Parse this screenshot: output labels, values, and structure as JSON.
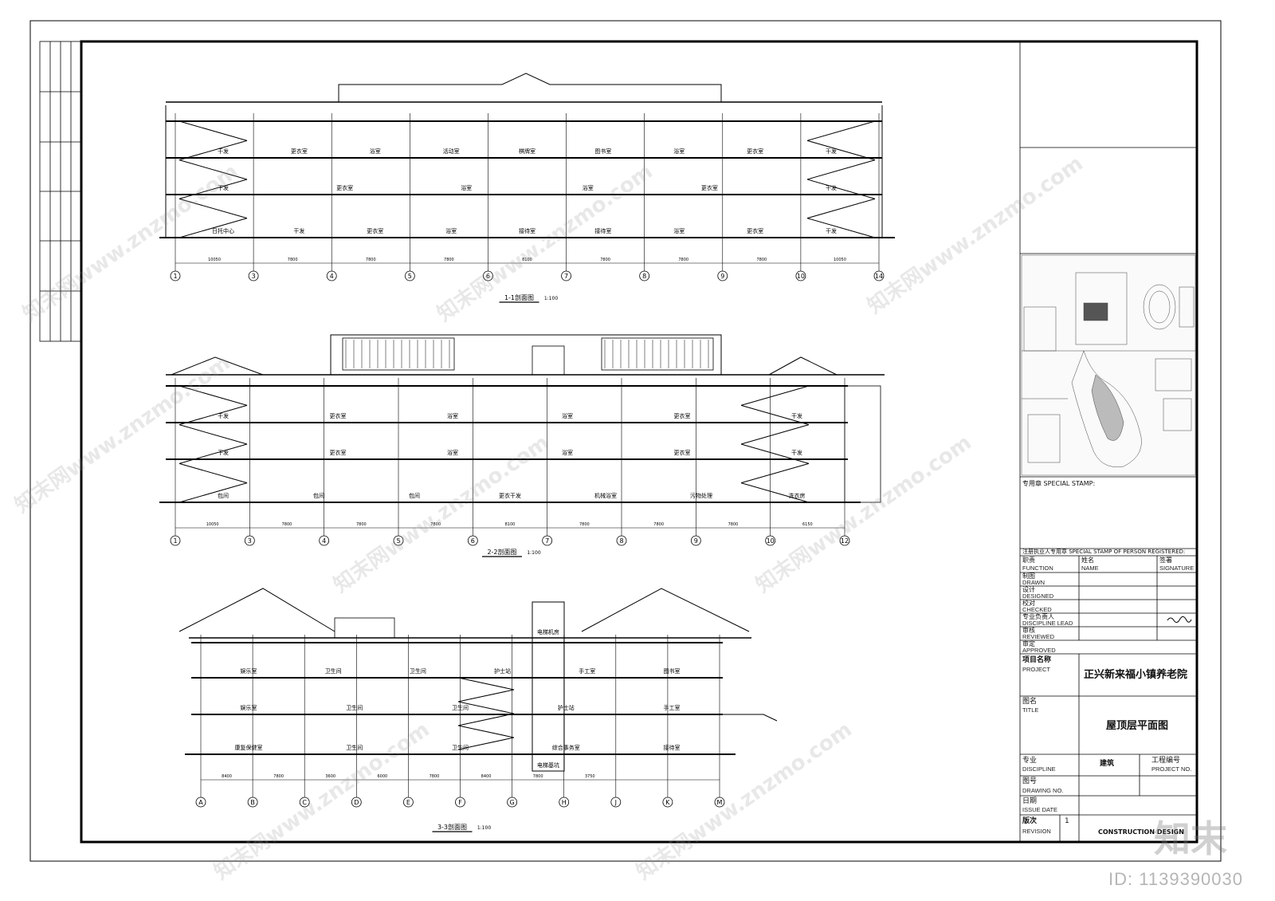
{
  "sections": [
    {
      "title": "1-1剖面图",
      "scale": "1:100",
      "axes": [
        "1",
        "3",
        "4",
        "5",
        "6",
        "7",
        "8",
        "9",
        "10",
        "14"
      ],
      "dims": [
        "10050",
        "7800",
        "7800",
        "7800",
        "8100",
        "7800",
        "7800",
        "7800",
        "10050"
      ],
      "rooms_top": [
        "干发",
        "更衣室",
        "浴室",
        "活动室",
        "棋牌室",
        "图书室",
        "浴室",
        "更衣室",
        "干发"
      ],
      "rooms_mid": [
        "干发",
        "更衣室",
        "浴室",
        "浴室",
        "更衣室",
        "干发"
      ],
      "rooms_low": [
        "日托中心",
        "干发",
        "更衣室",
        "浴室",
        "接待室",
        "接待室",
        "浴室",
        "更衣室",
        "干发"
      ]
    },
    {
      "title": "2-2剖面图",
      "scale": "1:100",
      "axes": [
        "1",
        "3",
        "4",
        "5",
        "6",
        "7",
        "8",
        "9",
        "10",
        "12"
      ],
      "dims": [
        "10050",
        "7800",
        "7800",
        "7800",
        "8100",
        "7800",
        "7800",
        "7800",
        "6150"
      ],
      "rooms_top": [
        "干发",
        "更衣室",
        "浴室",
        "浴室",
        "更衣室",
        "干发"
      ],
      "rooms_mid": [
        "干发",
        "更衣室",
        "浴室",
        "浴室",
        "更衣室",
        "干发"
      ],
      "rooms_low": [
        "包间",
        "包间",
        "包间",
        "更衣干发",
        "机械浴室",
        "污物处理",
        "洗衣房"
      ]
    },
    {
      "title": "3-3剖面图",
      "scale": "1:100",
      "axes": [
        "A",
        "B",
        "C",
        "D",
        "E",
        "F",
        "G",
        "H",
        "J",
        "K",
        "M"
      ],
      "dims": [
        "8400",
        "7800",
        "3600",
        "6000",
        "7800",
        "8400",
        "7800",
        "3750"
      ],
      "rooms_top": [
        "娱乐室",
        "卫生间",
        "卫生间",
        "护士站",
        "手工室",
        "图书室"
      ],
      "rooms_mid": [
        "娱乐室",
        "卫生间",
        "卫生间",
        "护士站",
        "手工室"
      ],
      "rooms_low": [
        "康复保健室",
        "卫生间",
        "卫生间",
        "综合事务室",
        "接待室"
      ],
      "special": [
        "电梯机房",
        "电梯基坑"
      ]
    }
  ],
  "title_block": {
    "special_stamp": "专用章 SPECIAL STAMP:",
    "reg_stamp": "注册执业人专用章 SPECIAL STAMP OF PERSON REGISTERED:",
    "function_cn": "职责",
    "function_en": "FUNCTION",
    "name_cn": "姓名",
    "name_en": "NAME",
    "signature_cn": "签署",
    "signature_en": "SIGNATURE",
    "roles": [
      {
        "cn": "制图",
        "en": "DRAWN"
      },
      {
        "cn": "设计",
        "en": "DESIGNED"
      },
      {
        "cn": "校对",
        "en": "CHECKED"
      },
      {
        "cn": "专业负责人",
        "en": "DISCIPLINE LEAD"
      },
      {
        "cn": "审核",
        "en": "REVIEWED"
      },
      {
        "cn": "审定",
        "en": "APPROVED"
      }
    ],
    "project_cn": "项目名称",
    "project_en": "PROJECT",
    "project_name": "正兴新来福小镇养老院",
    "title_cn": "图名",
    "title_en": "TITLE",
    "drawing_title": "屋顶层平面图",
    "discipline_cn": "专业",
    "discipline_en": "DISCIPLINE",
    "discipline": "建筑",
    "project_no_cn": "工程编号",
    "project_no_en": "PROJECT NO.",
    "drawing_no_cn": "图号",
    "drawing_no_en": "DRAWING NO.",
    "date_cn": "日期",
    "date_en": "ISSUE DATE",
    "revision_cn": "版次",
    "revision_en": "REVISION",
    "revision": "1",
    "stage_en": "CONSTRUCTION DESIGN"
  },
  "watermark": {
    "text": "知末网www.znzmo.com",
    "brand": "知末",
    "id": "ID: 1139390030"
  }
}
